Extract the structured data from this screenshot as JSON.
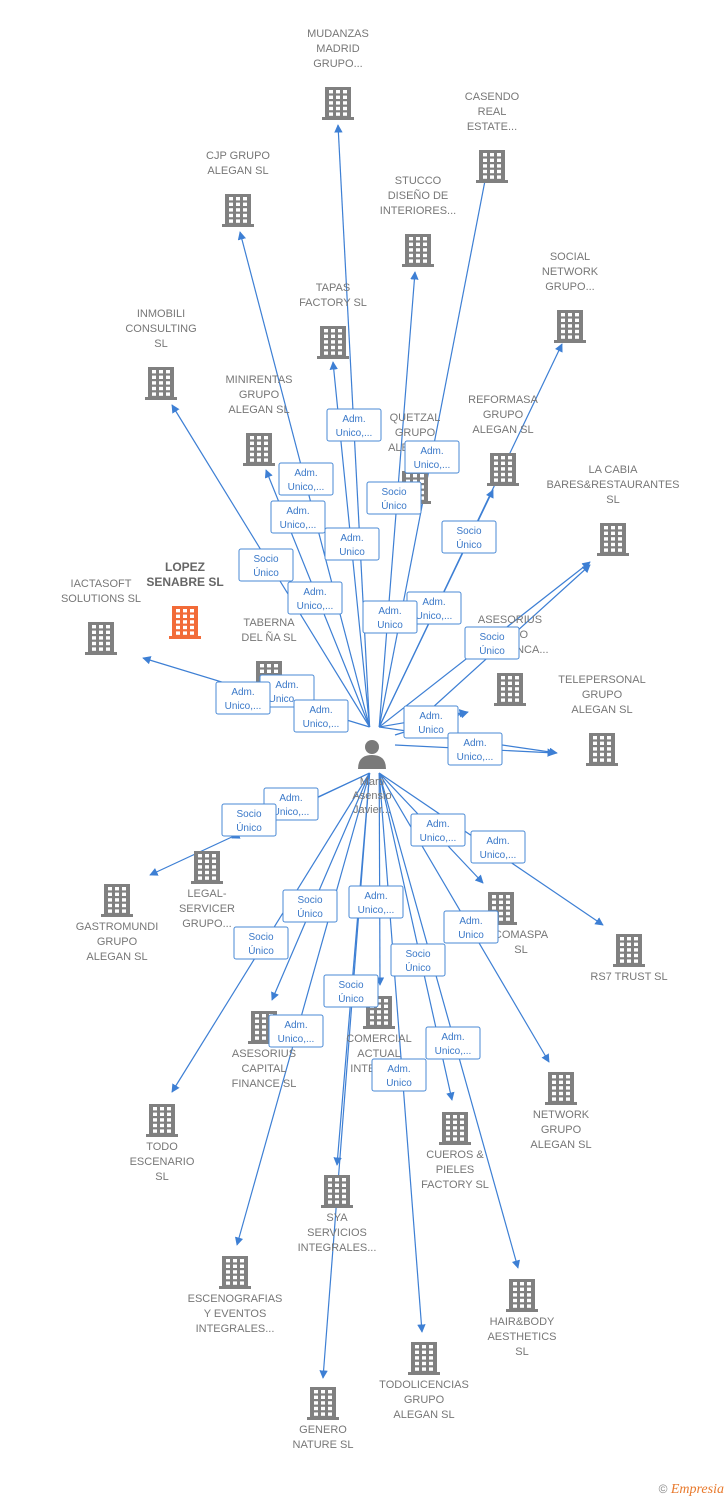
{
  "center": {
    "label_lines": [
      "Marti",
      "Asensio",
      "Javier..."
    ]
  },
  "highlight_color": "#f26b38",
  "node_color": "#808080",
  "edge_color": "#3d7fd4",
  "footer": {
    "copyright": "©",
    "brand": "Empresia"
  },
  "nodes": [
    {
      "id": "mudanzas",
      "lines": [
        "MUDANZAS",
        "MADRID",
        "GRUPO..."
      ]
    },
    {
      "id": "casendo",
      "lines": [
        "CASENDO",
        "REAL",
        "ESTATE..."
      ]
    },
    {
      "id": "cjp",
      "lines": [
        "CJP GRUPO",
        "ALEGAN  SL"
      ]
    },
    {
      "id": "stucco",
      "lines": [
        "STUCCO",
        "DISEÑO DE",
        "INTERIORES..."
      ]
    },
    {
      "id": "social",
      "lines": [
        "SOCIAL",
        "NETWORK",
        "GRUPO..."
      ]
    },
    {
      "id": "tapas",
      "lines": [
        "TAPAS",
        "FACTORY SL"
      ]
    },
    {
      "id": "inmobili",
      "lines": [
        "INMOBILI",
        "CONSULTING",
        "SL"
      ]
    },
    {
      "id": "minirentas",
      "lines": [
        "MINIRENTAS",
        "GRUPO",
        "ALEGAN  SL"
      ]
    },
    {
      "id": "quetzal",
      "lines": [
        "QUETZAL",
        "GRUPO",
        "ALEGAN..."
      ]
    },
    {
      "id": "reformasa",
      "lines": [
        "REFORMASA",
        "GRUPO",
        "ALEGAN  SL"
      ]
    },
    {
      "id": "lacabia",
      "lines": [
        "LA CABIA",
        "BARES&RESTAURANTES",
        "SL"
      ]
    },
    {
      "id": "lopez",
      "lines": [
        "LOPEZ",
        "SENABRE  SL"
      ],
      "highlight": true
    },
    {
      "id": "iactasoft",
      "lines": [
        "IACTASOFT",
        "SOLUTIONS  SL"
      ]
    },
    {
      "id": "taberna",
      "lines": [
        "TABERNA",
        "DEL ÑA  SL"
      ]
    },
    {
      "id": "asesorius_sal",
      "lines": [
        "ASESORIUS",
        "MEDIO",
        "SALAMANCA..."
      ]
    },
    {
      "id": "telepersonal",
      "lines": [
        "TELEPERSONAL",
        "GRUPO",
        "ALEGAN  SL"
      ]
    },
    {
      "id": "gastromundi",
      "lines": [
        "GASTROMUNDI",
        "GRUPO",
        "ALEGAN  SL"
      ]
    },
    {
      "id": "legal",
      "lines": [
        "LEGAL-",
        "SERVICER",
        "GRUPO..."
      ]
    },
    {
      "id": "comaspa",
      "lines": [
        "COMASPA",
        "SL"
      ]
    },
    {
      "id": "rs7",
      "lines": [
        "RS7 TRUST  SL"
      ]
    },
    {
      "id": "asesorius_cap",
      "lines": [
        "ASESORIUS",
        "CAPITAL",
        "FINANCE  SL"
      ]
    },
    {
      "id": "comercial",
      "lines": [
        "COMERCIAL",
        "ACTUAL",
        "INTERNA..."
      ]
    },
    {
      "id": "network",
      "lines": [
        "NETWORK",
        "GRUPO",
        "ALEGAN  SL"
      ]
    },
    {
      "id": "todoesc",
      "lines": [
        "TODO",
        "ESCENARIO",
        "SL"
      ]
    },
    {
      "id": "cueros",
      "lines": [
        "CUEROS &",
        "PIELES",
        "FACTORY  SL"
      ]
    },
    {
      "id": "sya",
      "lines": [
        "SYA",
        "SERVICIOS",
        "INTEGRALES..."
      ]
    },
    {
      "id": "esceno",
      "lines": [
        "ESCENOGRAFIAS",
        "Y EVENTOS",
        "INTEGRALES..."
      ]
    },
    {
      "id": "hairbody",
      "lines": [
        "HAIR&BODY",
        "AESTHETICS",
        "SL"
      ]
    },
    {
      "id": "todolic",
      "lines": [
        "TODOLICENCIAS",
        "GRUPO",
        "ALEGAN  SL"
      ]
    },
    {
      "id": "genero",
      "lines": [
        "GENERO",
        "NATURE SL"
      ]
    }
  ],
  "edge_labels": [
    {
      "lines": [
        "Adm.",
        "Unico,..."
      ]
    },
    {
      "lines": [
        "Adm.",
        "Unico,..."
      ]
    },
    {
      "lines": [
        "Socio",
        "Único"
      ]
    },
    {
      "lines": [
        "Adm.",
        "Unico"
      ]
    },
    {
      "lines": [
        "Socio",
        "Único"
      ]
    },
    {
      "lines": [
        "Socio",
        "Único"
      ]
    },
    {
      "lines": [
        "Adm.",
        "Unico,..."
      ]
    },
    {
      "lines": [
        "Adm.",
        "Unico,..."
      ]
    },
    {
      "lines": [
        "Adm.",
        "Unico"
      ]
    },
    {
      "lines": [
        "Adm.",
        "Unico,..."
      ]
    },
    {
      "lines": [
        "Socio",
        "Único"
      ]
    },
    {
      "lines": [
        "Adm.",
        "Unico,..."
      ]
    },
    {
      "lines": [
        "Adm.",
        "Unico,..."
      ]
    },
    {
      "lines": [
        "Adm.",
        "Unico,..."
      ]
    },
    {
      "lines": [
        "Adm.",
        "Unico"
      ]
    },
    {
      "lines": [
        "Adm.",
        "Unico,..."
      ]
    },
    {
      "lines": [
        "Adm.",
        "Unico,..."
      ]
    },
    {
      "lines": [
        "Adm.",
        "Unico,..."
      ]
    },
    {
      "lines": [
        "Socio",
        "Único"
      ]
    },
    {
      "lines": [
        "Adm.",
        "Unico,..."
      ]
    },
    {
      "lines": [
        "Adm.",
        "Unico,..."
      ]
    },
    {
      "lines": [
        "Socio",
        "Único"
      ]
    },
    {
      "lines": [
        "Adm.",
        "Unico,..."
      ]
    },
    {
      "lines": [
        "Socio",
        "Único"
      ]
    },
    {
      "lines": [
        "Adm.",
        "Unico"
      ]
    },
    {
      "lines": [
        "Socio",
        "Único"
      ]
    },
    {
      "lines": [
        "Socio",
        "Único"
      ]
    },
    {
      "lines": [
        "Adm.",
        "Unico,..."
      ]
    },
    {
      "lines": [
        "Adm.",
        "Unico,..."
      ]
    },
    {
      "lines": [
        "Adm.",
        "Unico"
      ]
    }
  ]
}
